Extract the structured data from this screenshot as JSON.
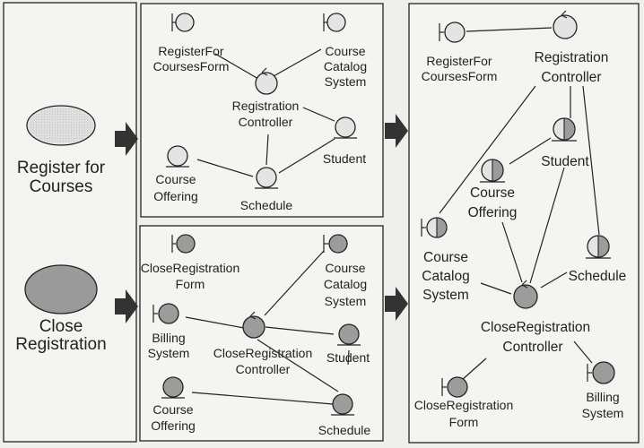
{
  "use_cases": [
    {
      "name": "Register for Courses",
      "label_lines": [
        "Register for",
        "Courses"
      ],
      "fill": "#e6e6e6"
    },
    {
      "name": "Close Registration",
      "label_lines": [
        "Close",
        "Registration"
      ],
      "fill": "#9a9a9a"
    }
  ],
  "colors": {
    "light_object": "#e4e4e4",
    "dark_object": "#9c9c9c",
    "arrow": "#333333",
    "panel_border": "#222222"
  },
  "register_panel": {
    "nodes": {
      "form": [
        "RegisterFor",
        "CoursesForm"
      ],
      "catalog": [
        "Course",
        "Catalog",
        "System"
      ],
      "controller": [
        "Registration",
        "Controller"
      ],
      "student": [
        "Student"
      ],
      "offering": [
        "Course",
        "Offering"
      ],
      "schedule": [
        "Schedule"
      ]
    }
  },
  "close_panel": {
    "nodes": {
      "form": [
        "CloseRegistration",
        "Form"
      ],
      "catalog": [
        "Course",
        "Catalog",
        "System"
      ],
      "billing": [
        "Billing",
        "System"
      ],
      "controller": [
        "CloseRegistration",
        "Controller"
      ],
      "student": [
        "Student"
      ],
      "offering": [
        "Course",
        "Offering"
      ],
      "schedule": [
        "Schedule"
      ]
    }
  },
  "combined_panel": {
    "nodes": {
      "reg_form": [
        "RegisterFor",
        "CoursesForm"
      ],
      "reg_controller": [
        "Registration",
        "Controller"
      ],
      "student": [
        "Student"
      ],
      "offering": [
        "Course",
        "Offering"
      ],
      "catalog": [
        "Course",
        "Catalog",
        "System"
      ],
      "schedule": [
        "Schedule"
      ],
      "close_controller": [
        "CloseRegistration",
        "Controller"
      ],
      "close_form": [
        "CloseRegistration",
        "Form"
      ],
      "billing": [
        "Billing",
        "System"
      ]
    }
  }
}
